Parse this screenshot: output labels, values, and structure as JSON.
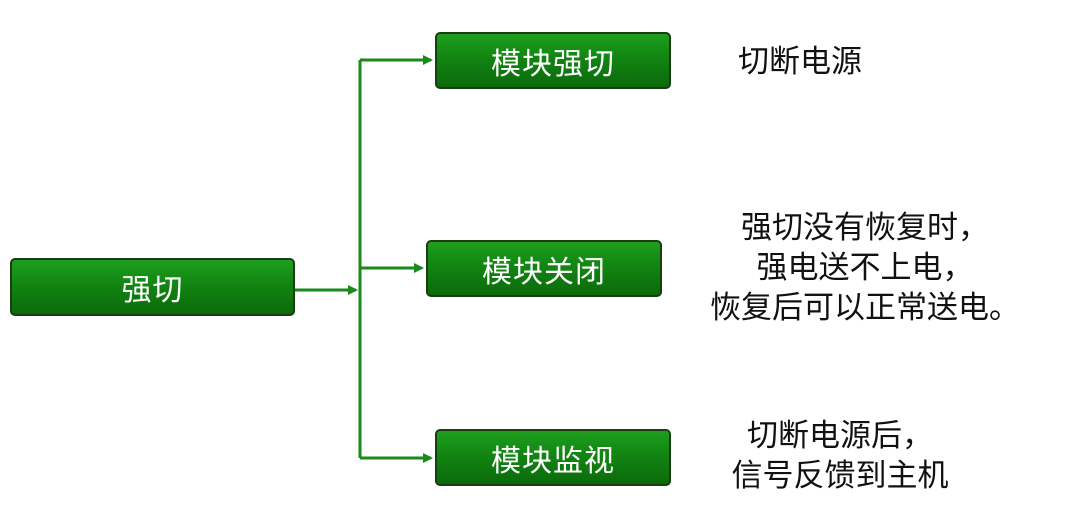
{
  "colors": {
    "box_fill": "#128512",
    "box_border": "#1a3d12",
    "connector": "#1a8a1a",
    "text": "#111111"
  },
  "root": {
    "label": "强切"
  },
  "branches": [
    {
      "label": "模块强切",
      "description": [
        "切断电源"
      ]
    },
    {
      "label": "模块关闭",
      "description": [
        "强切没有恢复时，",
        "强电送不上电，",
        "恢复后可以正常送电。"
      ]
    },
    {
      "label": "模块监视",
      "description": [
        "切断电源后，",
        "信号反馈到主机"
      ]
    }
  ]
}
